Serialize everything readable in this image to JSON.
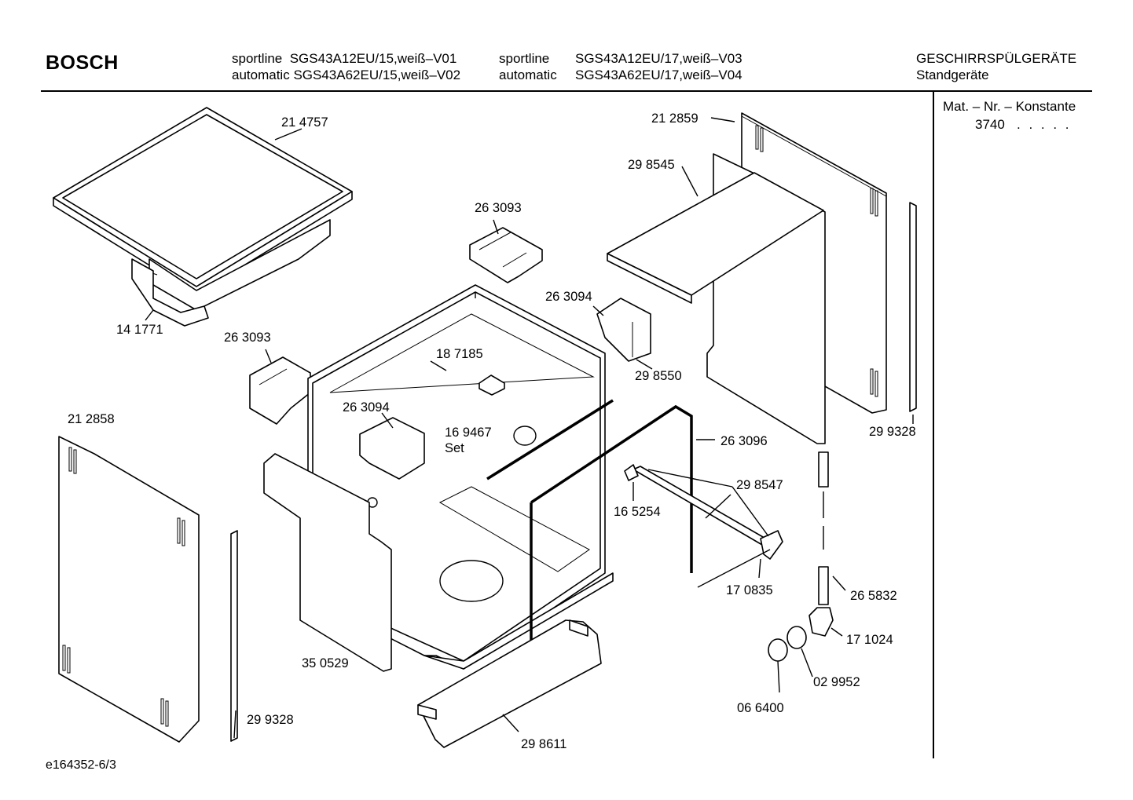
{
  "header": {
    "brand": "BOSCH",
    "model_rows": [
      {
        "line1": "sportline",
        "model1": "SGS43A12EU/15,weiß–V01",
        "line2": "sportline",
        "model2": "SGS43A12EU/17,weiß–V03"
      },
      {
        "line1": "automatic",
        "model1": "SGS43A62EU/15,weiß–V02",
        "line2": "automatic",
        "model2": "SGS43A62EU/17,weiß–V04"
      }
    ],
    "category": "GESCHIRRSPÜLGERÄTE",
    "subcategory": "Standgeräte"
  },
  "side_panel": {
    "title": "Mat. – Nr. – Konstante",
    "value": "3740",
    "dots": ". . . . ."
  },
  "parts": {
    "p214757": "21 4757",
    "p141771": "14 1771",
    "p263093a": "26 3093",
    "p263093b": "26 3093",
    "p263094a": "26 3094",
    "p263094b": "26 3094",
    "p187185": "18 7185",
    "p169467": "16 9467",
    "set": "Set",
    "p212859": "21 2859",
    "p298545": "29 8545",
    "p298550": "29 8550",
    "p299328a": "29 9328",
    "p299328b": "29 9328",
    "p212858": "21 2858",
    "p263096": "26 3096",
    "p298547": "29 8547",
    "p165254": "16 5254",
    "p170835": "17 0835",
    "p265832": "26 5832",
    "p171024": "17 1024",
    "p029952": "02 9952",
    "p066400": "06 6400",
    "p350529": "35 0529",
    "p298611": "29 8611"
  },
  "footer": {
    "doc_id": "e164352-6/3"
  }
}
